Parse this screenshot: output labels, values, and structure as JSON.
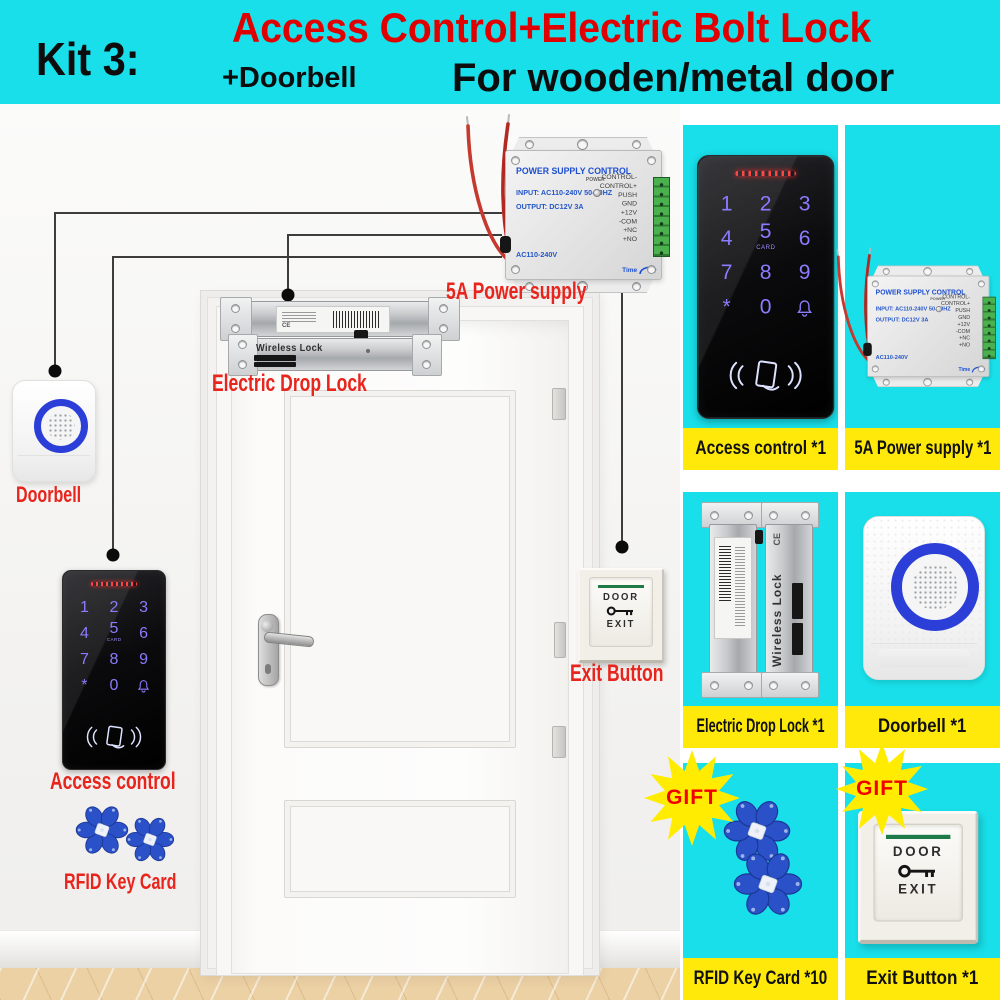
{
  "header": {
    "kit": "Kit 3:",
    "title": "Access Control+Electric Bolt Lock",
    "plus": "+Doorbell",
    "subtitle": "For wooden/metal door"
  },
  "annotations": {
    "power_supply": "5A Power supply",
    "drop_lock": "Electric Drop Lock",
    "doorbell": "Doorbell",
    "access_control": "Access control",
    "rfid": "RFID Key Card",
    "exit_button": "Exit Button"
  },
  "devices": {
    "psu": {
      "title": "POWER SUPPLY CONTROL",
      "input": "INPUT: AC110-240V 50-60HZ",
      "output": "OUTPUT: DC12V  3A",
      "ac": "AC110-240V",
      "power": "POWER",
      "time": "Time",
      "terminals": [
        "CONTROL-",
        "CONTROL+",
        "PUSH",
        "GND",
        "+12V",
        "-COM",
        "+NC",
        "+NO"
      ]
    },
    "keypad": {
      "keys": [
        "1",
        "2",
        "3",
        "4",
        "5",
        "6",
        "7",
        "8",
        "9",
        "*",
        "0"
      ],
      "card": "CARD",
      "icons": {
        "bell": "bell-icon",
        "swipe": "card-swipe-icon"
      }
    },
    "lock": {
      "name": "Wireless Lock",
      "ce": "CE"
    },
    "exit": {
      "door": "DOOR",
      "exit": "EXIT"
    }
  },
  "panel": {
    "cards": [
      {
        "label": "Access control *1"
      },
      {
        "label": "5A Power supply *1"
      },
      {
        "label": "Electric Drop Lock *1"
      },
      {
        "label": "Doorbell *1"
      },
      {
        "label": "RFID Key Card *10",
        "gift": "GIFT"
      },
      {
        "label": "Exit Button *1",
        "gift": "GIFT"
      }
    ]
  },
  "colors": {
    "cyan": "#18dfe9",
    "title_red": "#e10000",
    "label_red": "#e8241c",
    "yellow": "#ffe90a",
    "keypad_blue": "#8a7bff",
    "psu_blue": "#1d4fd0",
    "fob_blue": "#2b51c9",
    "ring_blue": "#2b3fd8",
    "exit_green": "#1e7a46"
  }
}
